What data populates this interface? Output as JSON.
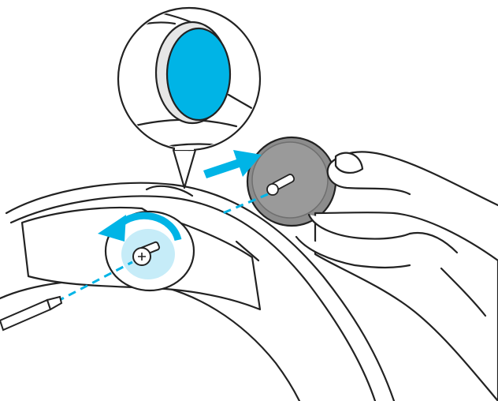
{
  "figure": {
    "kind": "installation-illustration",
    "step": "insert-button-cap-and-secure-screw",
    "colors": {
      "outline": "#222222",
      "highlight": "#00b4e6",
      "highlight_light": "#c6ecf8",
      "cap_fill": "#8c8c8c",
      "cap_rim": "#6f6f6f",
      "strap_fill": "#ffffff",
      "skin": "#ffffff"
    },
    "icons": [
      "headband-strap",
      "magnifier-callout",
      "circular-cap",
      "screw",
      "screwdriver",
      "hand",
      "push-arrow",
      "rotate-arrow",
      "dashed-guide-line"
    ]
  }
}
